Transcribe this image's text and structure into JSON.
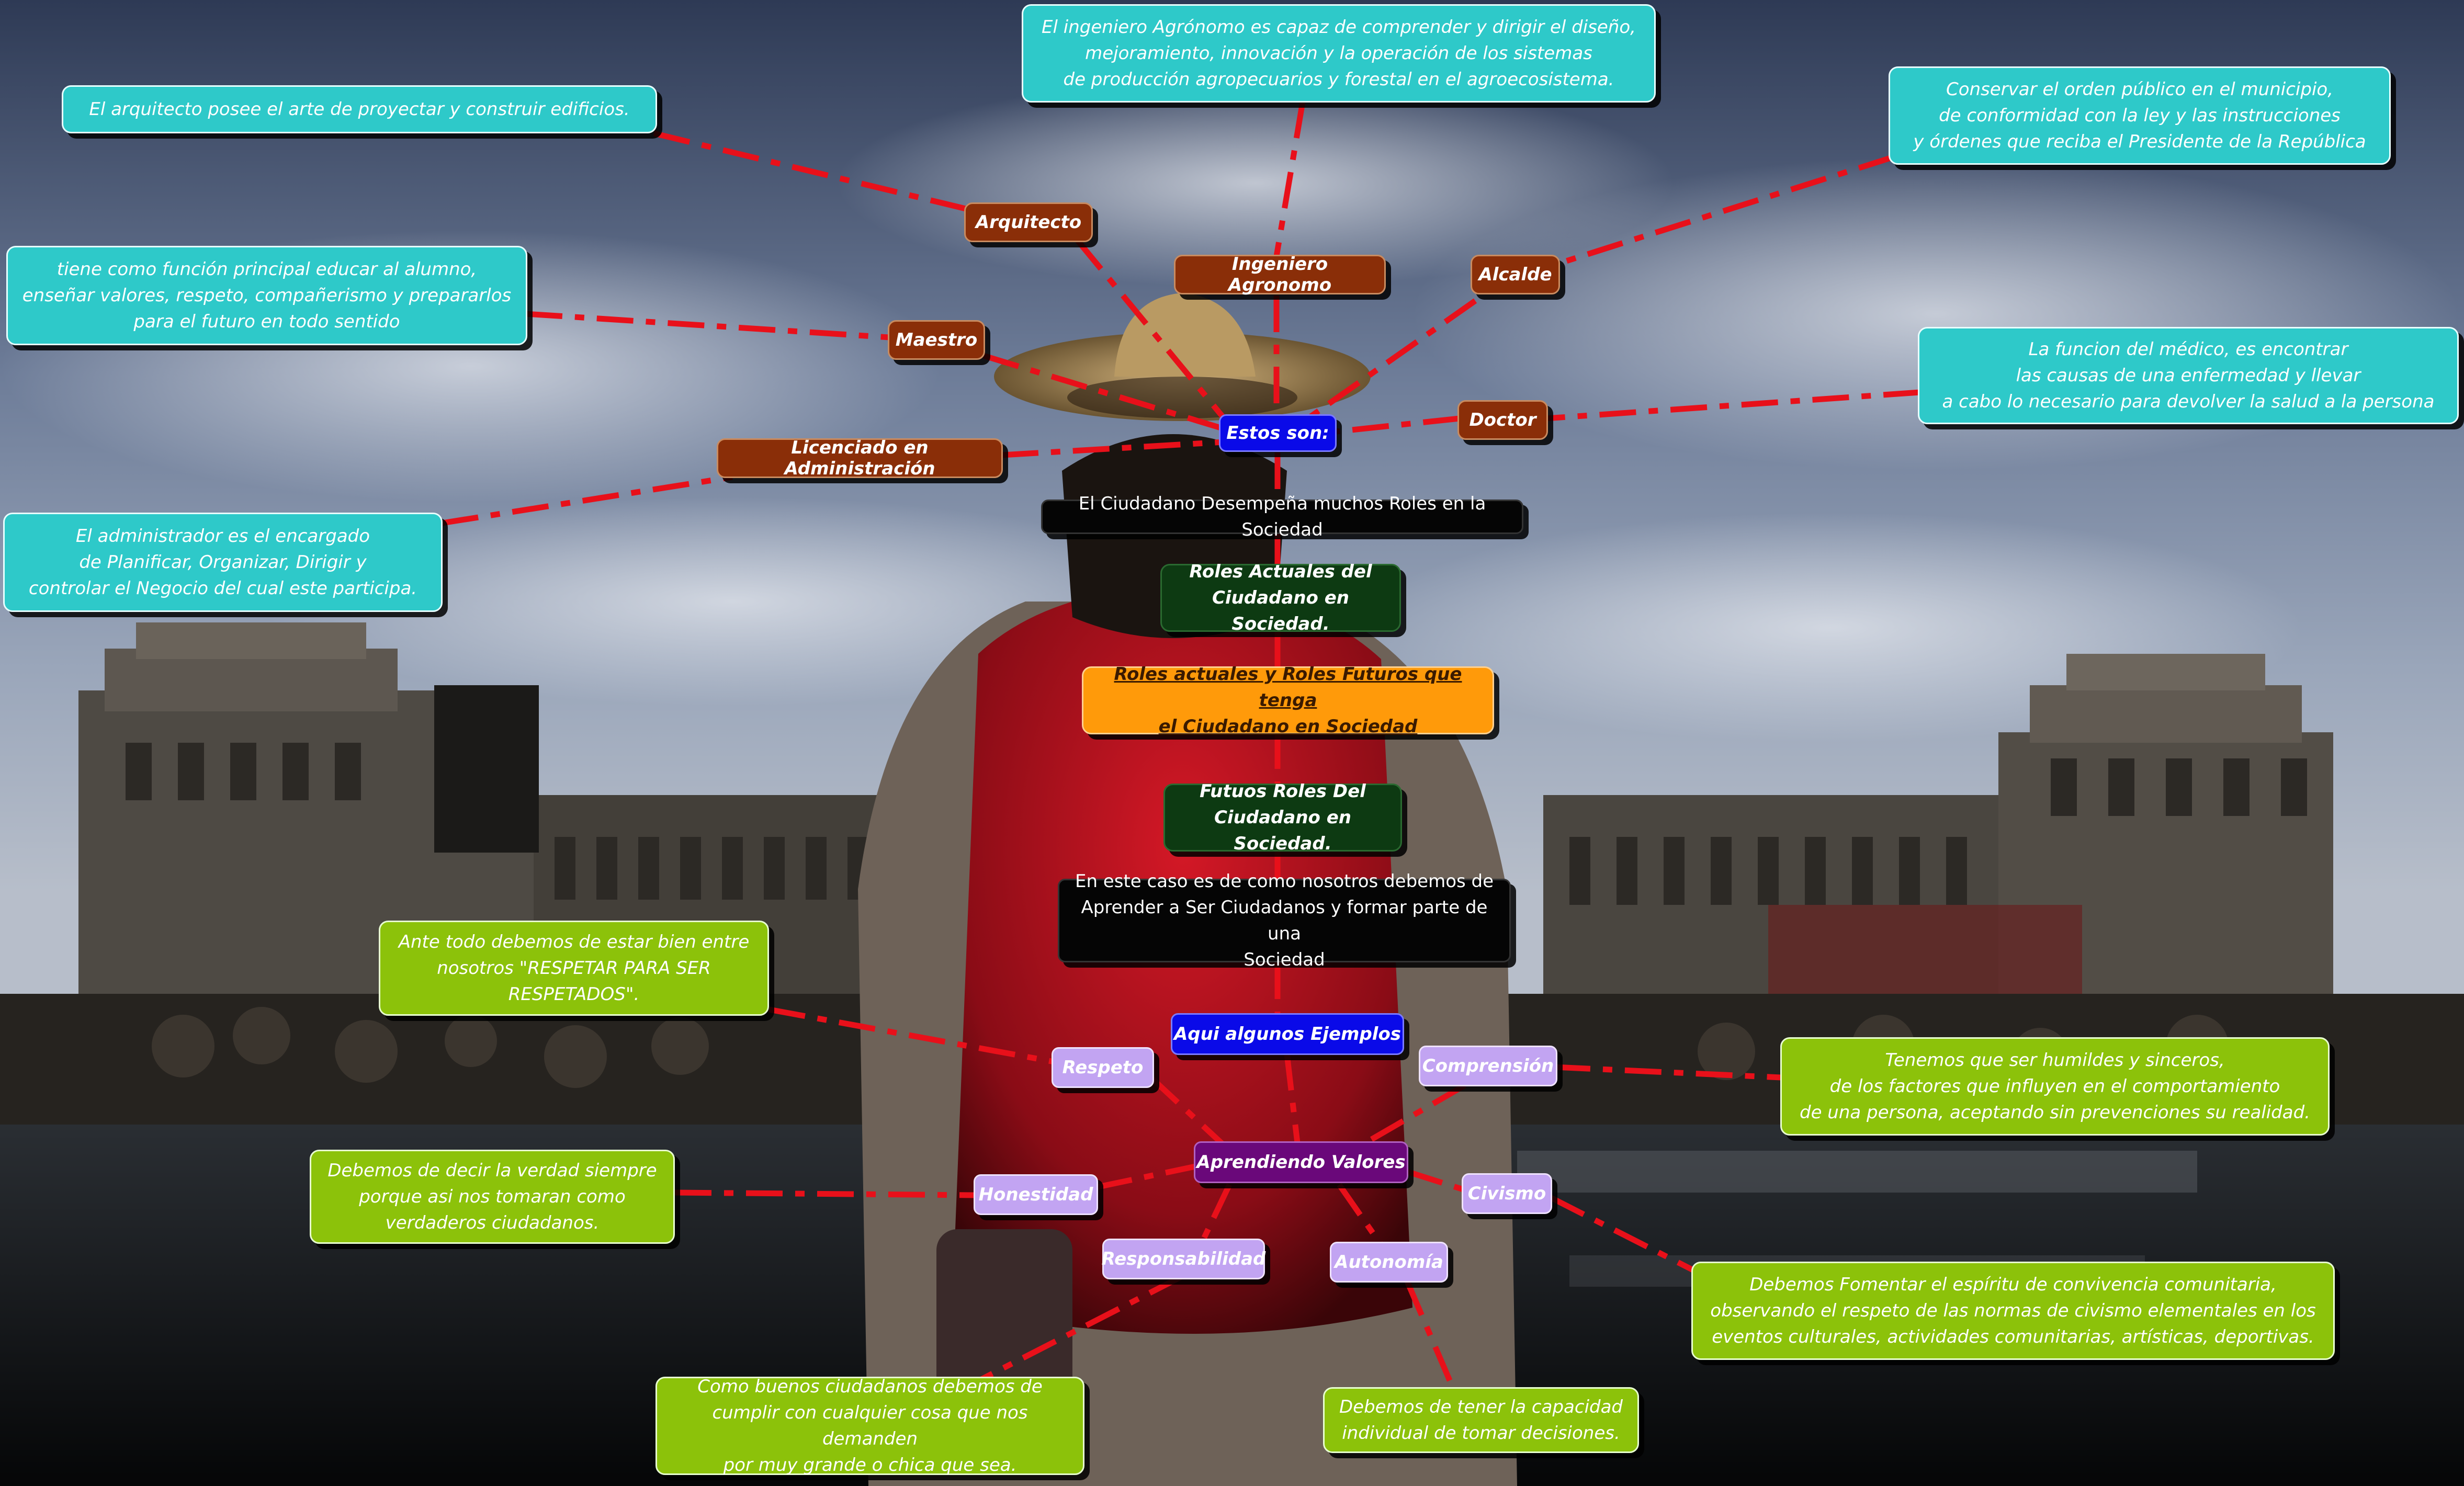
{
  "colors": {
    "link_red": "#e8101a",
    "cyan_box": "#2ec9c9",
    "green_box": "#8cc20a",
    "brown_box": "#8a2e08",
    "blue_box": "#0a0ae8",
    "orange_box": "#ff9a0a",
    "lilac_box": "#c2a4f2",
    "purple_box": "#6a087a"
  },
  "roles_center": "Estos son:",
  "roles": {
    "arquitecto": "Arquitecto",
    "ingeniero": "Ingeniero Agronomo",
    "alcalde": "Alcalde",
    "maestro": "Maestro",
    "doctor": "Doctor",
    "licenciado": "Licenciado en Administración"
  },
  "descriptions": {
    "ingeniero": "El ingeniero Agrónomo es capaz de comprender y dirigir el diseño,\nmejoramiento, innovación y la operación de los sistemas\nde producción agropecuarios y forestal en el agroecosistema.",
    "arquitecto": "El arquitecto posee el arte de proyectar y construir edificios.",
    "alcalde": "Conservar el orden público en el municipio,\nde conformidad con la ley y las instrucciones\ny órdenes que reciba el Presidente de la República",
    "maestro": "tiene como función principal educar al alumno,\nenseñar valores, respeto, compañerismo y prepararlos\npara el futuro en todo sentido",
    "doctor": "La funcion del médico, es encontrar\nlas causas de una enfermedad y llevar\na cabo lo necesario para devolver la salud a la persona",
    "licenciado": "El administrador es el encargado\nde Planificar, Organizar, Dirigir y\ncontrolar el Negocio del cual este participa."
  },
  "ciudadano_label": "El Ciudadano Desempeña muchos Roles en la Sociedad",
  "roles_actuales": "Roles Actuales del\nCiudadano en Sociedad.",
  "main_title": "Roles actuales y Roles Futuros que tenga\nel Ciudadano en Sociedad",
  "futuros_roles": "Futuos Roles Del\nCiudadano en Sociedad.",
  "aprender_text": "En este caso es de como nosotros debemos de\nAprender a Ser Ciudadanos y formar parte de una\nSociedad",
  "ejemplos": "Aqui algunos Ejemplos",
  "valores_center": "Aprendiendo Valores",
  "values": {
    "respeto": "Respeto",
    "comprension": "Comprensión",
    "honestidad": "Honestidad",
    "civismo": "Civismo",
    "responsabilidad": "Responsabilidad",
    "autonomia": "Autonomía"
  },
  "value_descriptions": {
    "respeto": "Ante todo debemos de estar bien entre\nnosotros \"RESPETAR PARA SER\nRESPETADOS\".",
    "comprension": "Tenemos que ser humildes y sinceros,\nde los factores que influyen en el comportamiento\nde una persona, aceptando sin prevenciones su realidad.",
    "honestidad": "Debemos de decir la verdad siempre\nporque asi nos tomaran como\nverdaderos ciudadanos.",
    "civismo": "Debemos Fomentar el espíritu de convivencia comunitaria,\nobservando el respeto de las normas de civismo elementales en los\neventos culturales, actividades comunitarias, artísticas, deportivas.",
    "responsabilidad": "Como buenos ciudadanos debemos de\ncumplir con cualquier cosa que nos demanden\npor muy grande o chica que sea.",
    "autonomia": "Debemos de tener la capacidad\nindividual de tomar decisiones."
  }
}
